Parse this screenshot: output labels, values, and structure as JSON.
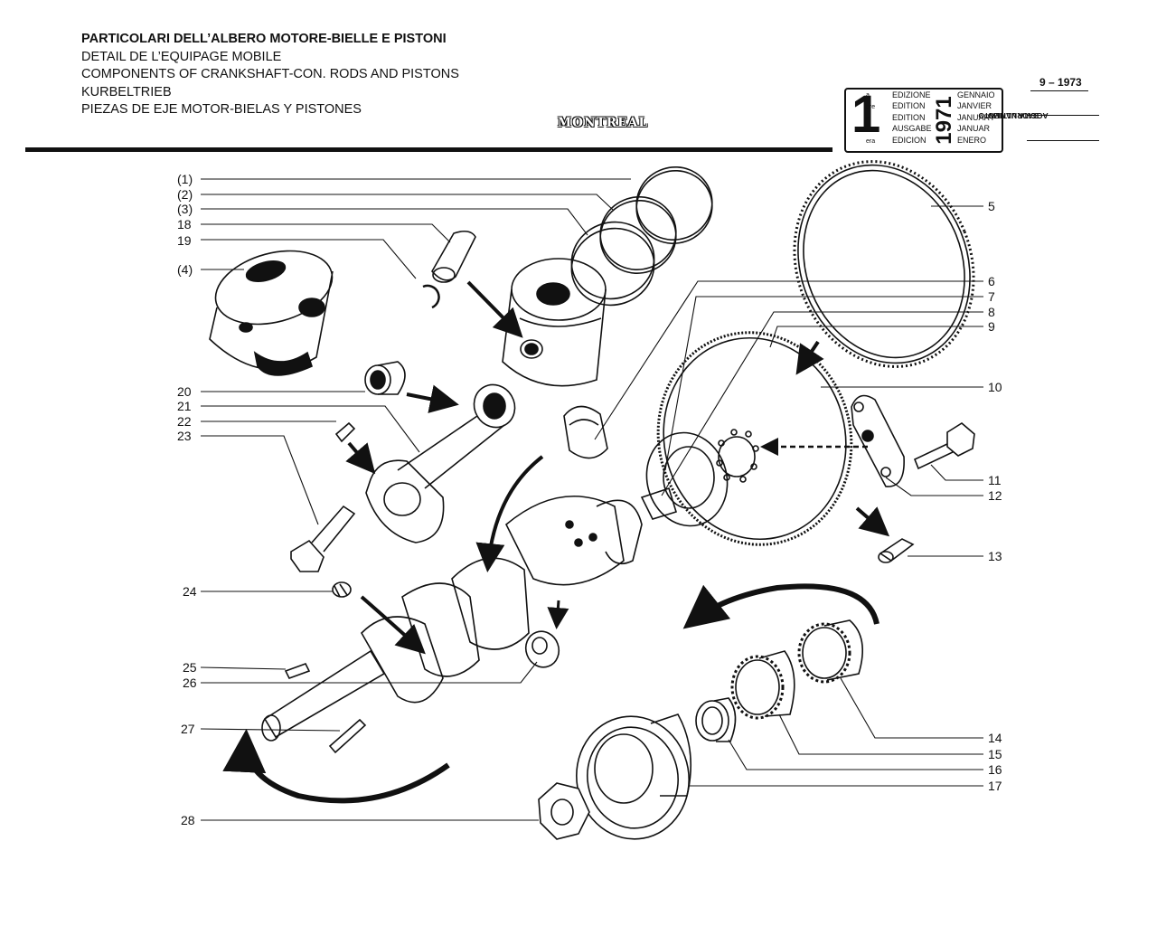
{
  "header": {
    "titles": [
      "PARTICOLARI DELL’ALBERO MOTORE-BIELLE E PISTONI",
      "DETAIL DE L’EQUIPAGE MOBILE",
      "COMPONENTS OF CRANKSHAFT-CON. RODS AND PISTONS",
      "KURBELTRIEB",
      "PIEZAS DE EJE MOTOR-BIELAS Y PISTONES"
    ],
    "logo": "MONTREAL"
  },
  "edition_box": {
    "number": "1",
    "suffixes": [
      "a",
      "ere",
      "st",
      ".",
      "era"
    ],
    "labels": [
      "EDIZIONE",
      "EDITION",
      "EDITION",
      "AUSGABE",
      "EDICION"
    ],
    "year": "1971",
    "months": [
      "GENNAIO",
      "JANVIER",
      "JANUARY",
      "JANUAR",
      "ENERO"
    ]
  },
  "update": {
    "label_line1": "DATA ULTIMO",
    "label_line2": "AGGIORNAMENTO",
    "date": "9 – 1973"
  },
  "callouts": {
    "c1": "(1)",
    "c2": "(2)",
    "c3": "(3)",
    "c18": "18",
    "c19": "19",
    "c4": "(4)",
    "c20": "20",
    "c21": "21",
    "c22": "22",
    "c23": "23",
    "c24": "24",
    "c25": "25",
    "c26": "26",
    "c27": "27",
    "c28": "28",
    "c5": "5",
    "c6": "6",
    "c7": "7",
    "c8": "8",
    "c9": "9",
    "c10": "10",
    "c11": "11",
    "c12": "12",
    "c13": "13",
    "c14": "14",
    "c15": "15",
    "c16": "16",
    "c17": "17"
  }
}
